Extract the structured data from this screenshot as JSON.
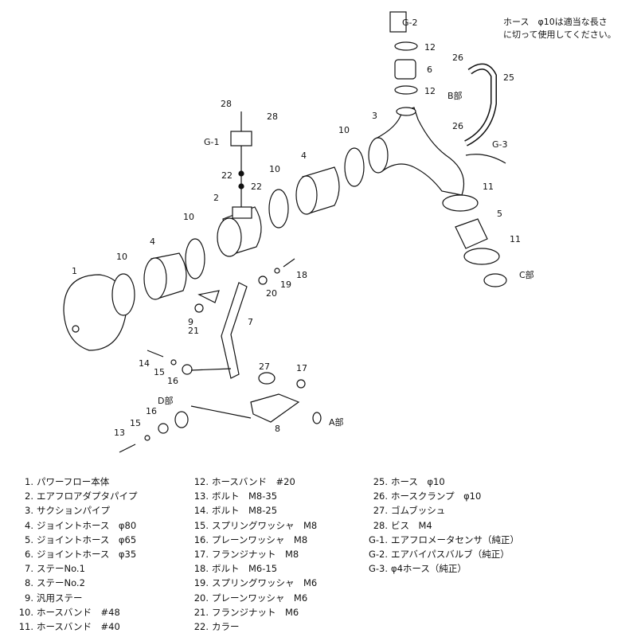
{
  "note": {
    "line1": "ホース　φ10は適当な長さ",
    "line2": "に切って使用してください。"
  },
  "callouts": {
    "g2": "G-2",
    "c12a": "12",
    "c6": "6",
    "c12b": "12",
    "c26a": "26",
    "c25": "25",
    "b_part": "B部",
    "c3": "3",
    "c26b": "26",
    "g3": "G-3",
    "c10a": "10",
    "c11a": "11",
    "c5": "5",
    "c11b": "11",
    "c_part": "C部",
    "c28a": "28",
    "c28b": "28",
    "g1": "G-1",
    "c4a": "4",
    "c22a": "22",
    "c22b": "22",
    "c10b": "10",
    "c2": "2",
    "c10c": "10",
    "c4b": "4",
    "c10d": "10",
    "c1": "1",
    "c18": "18",
    "c19": "19",
    "c20": "20",
    "c7": "7",
    "c9": "9",
    "c21": "21",
    "c14": "14",
    "c15a": "15",
    "c16a": "16",
    "c27": "27",
    "c17": "17",
    "d_part": "D部",
    "c16b": "16",
    "c15b": "15",
    "c13": "13",
    "c8": "8",
    "a_part": "A部"
  },
  "parts_col1": [
    {
      "no": "1.",
      "name": "パワーフロー本体"
    },
    {
      "no": "2.",
      "name": "エアフロアダプタパイプ"
    },
    {
      "no": "3.",
      "name": "サクションパイプ"
    },
    {
      "no": "4.",
      "name": "ジョイントホース　φ80"
    },
    {
      "no": "5.",
      "name": "ジョイントホース　φ65"
    },
    {
      "no": "6.",
      "name": "ジョイントホース　φ35"
    },
    {
      "no": "7.",
      "name": "ステーNo.1"
    },
    {
      "no": "8.",
      "name": "ステーNo.2"
    },
    {
      "no": "9.",
      "name": "汎用ステー"
    },
    {
      "no": "10.",
      "name": "ホースバンド　#48"
    },
    {
      "no": "11.",
      "name": "ホースバンド　#40"
    }
  ],
  "parts_col2": [
    {
      "no": "12.",
      "name": "ホースバンド　#20"
    },
    {
      "no": "13.",
      "name": "ボルト　M8-35"
    },
    {
      "no": "14.",
      "name": "ボルト　M8-25"
    },
    {
      "no": "15.",
      "name": "スプリングワッシャ　M8"
    },
    {
      "no": "16.",
      "name": "プレーンワッシャ　M8"
    },
    {
      "no": "17.",
      "name": "フランジナット　M8"
    },
    {
      "no": "18.",
      "name": "ボルト　M6-15"
    },
    {
      "no": "19.",
      "name": "スプリングワッシャ　M6"
    },
    {
      "no": "20.",
      "name": "プレーンワッシャ　M6"
    },
    {
      "no": "21.",
      "name": "フランジナット　M6"
    },
    {
      "no": "22.",
      "name": "カラー"
    }
  ],
  "parts_col3": [
    {
      "no": "25.",
      "name": "ホース　φ10"
    },
    {
      "no": "26.",
      "name": "ホースクランプ　φ10"
    },
    {
      "no": "27.",
      "name": "ゴムブッシュ"
    },
    {
      "no": "28.",
      "name": "ビス　M4"
    },
    {
      "no": "G-1.",
      "name": "エアフロメータセンサ（純正）"
    },
    {
      "no": "G-2.",
      "name": "エアバイパスバルブ（純正）"
    },
    {
      "no": "G-3.",
      "name": "φ4ホース（純正）"
    }
  ]
}
